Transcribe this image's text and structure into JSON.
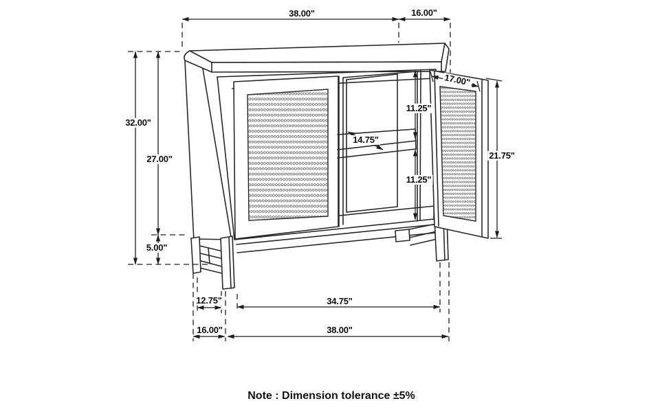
{
  "figure": {
    "title": "Cabinet technical line drawing",
    "note": "Note : Dimension tolerance ±5%",
    "units": "inches",
    "line_color": "#262626",
    "background_color": "#ffffff"
  },
  "dimensions": {
    "top": {
      "width": "38.00\"",
      "depth": "16.00\""
    },
    "left": {
      "overall_height": "32.00\"",
      "carcass_height": "27.00\"",
      "base_height": "5.00\""
    },
    "interior": {
      "upper_opening_height": "11.25\"",
      "shelf_depth": "14.75\"",
      "lower_opening_height": "11.25\""
    },
    "door": {
      "width": "17.00\"",
      "height": "21.75\""
    },
    "bottom": {
      "leg_inset": "12.75\"",
      "inner_span": "34.75\"",
      "depth": "16.00\"",
      "width": "38.00\""
    }
  }
}
